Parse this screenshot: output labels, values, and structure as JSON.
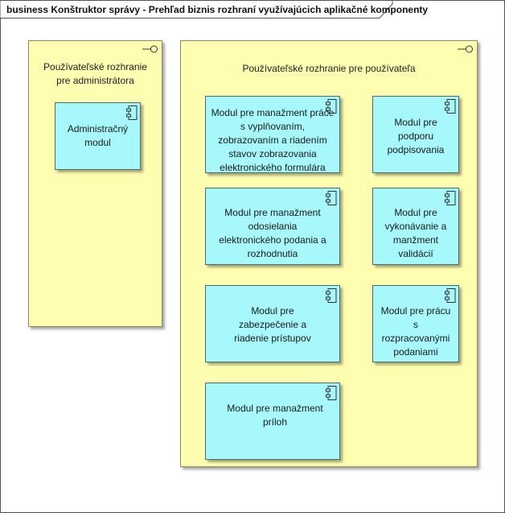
{
  "diagram": {
    "title": "business Konštruktor správy - Prehľad biznis rozhraní využívajúcich aplikačné komponenty"
  },
  "interfaces": [
    {
      "id": "admin",
      "label": "Používateľské rozhranie pre administrátora"
    },
    {
      "id": "user",
      "label": "Používateľské rozhranie pre používateľa"
    }
  ],
  "components": [
    {
      "id": "c-admin",
      "label": "Administračný modul"
    },
    {
      "id": "c-form",
      "label": "Modul pre manažment práce s vyplňovaním, zobrazovaním a riadením stavov zobrazovania elektronického formulára"
    },
    {
      "id": "c-sign",
      "label": "Modul pre podporu podpisovania"
    },
    {
      "id": "c-send",
      "label": "Modul pre manažment odosielania elektronického podania a rozhodnutia"
    },
    {
      "id": "c-valid",
      "label": "Modul pre vykonávanie a manžment validácií"
    },
    {
      "id": "c-sec",
      "label": "Modul pre zabezpečenie a riadenie prístupov"
    },
    {
      "id": "c-proc",
      "label": "Modul pre prácu s rozpracovanými podaniami"
    },
    {
      "id": "c-att",
      "label": "Modul pre manažment príloh"
    }
  ],
  "colors": {
    "interface_fill": "#fffeb0",
    "component_fill": "#a6f8fb"
  }
}
